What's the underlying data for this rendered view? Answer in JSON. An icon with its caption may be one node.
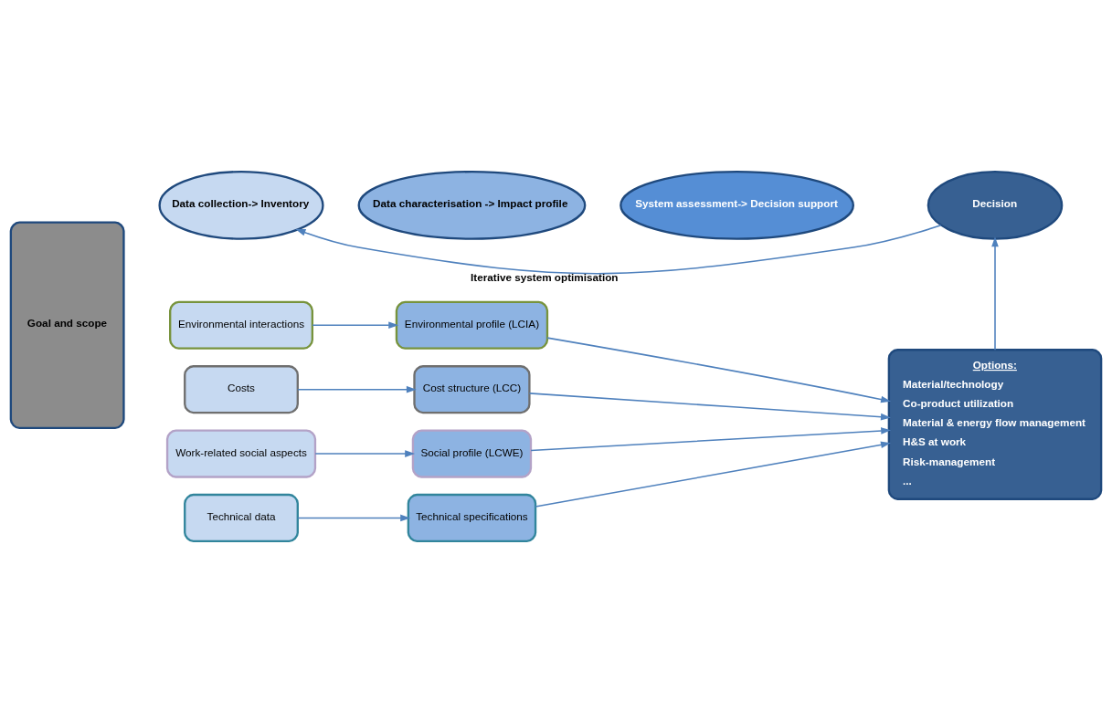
{
  "diagram": {
    "nodes": [
      {
        "text": [
          "Data collection-> Inventory"
        ]
      },
      {
        "text": [
          "Data characterisation -> Impact profile"
        ]
      },
      {
        "text": [
          "System assessment-> Decision support"
        ]
      },
      {
        "text": [
          "Decision"
        ]
      },
      {
        "text": [
          "Goal and scope"
        ]
      },
      {
        "text": [
          "Environmental interactions"
        ]
      },
      {
        "text": [
          "Environmental profile (LCIA)"
        ]
      },
      {
        "text": [
          "Costs"
        ]
      },
      {
        "text": [
          "Cost structure (LCC)"
        ]
      },
      {
        "text": [
          "Work-related social aspects"
        ]
      },
      {
        "text": [
          "Social profile (LCWE)"
        ]
      },
      {
        "text": [
          "Technical data"
        ]
      },
      {
        "text": [
          "Technical specifications"
        ]
      },
      {
        "text": [
          "Options:",
          "Material/technology",
          "Co-product utilization",
          "Material & energy flow management",
          "H&S at work",
          "Risk-management",
          "..."
        ]
      }
    ],
    "edges": [
      {
        "from": 3,
        "to": 0,
        "arrow": "to",
        "label": "Iterative system optimisation"
      },
      {
        "from": 5,
        "to": 6,
        "arrow": "to"
      },
      {
        "from": 7,
        "to": 8,
        "arrow": "to"
      },
      {
        "from": 9,
        "to": 10,
        "arrow": "to"
      },
      {
        "from": 11,
        "to": 12,
        "arrow": "to"
      },
      {
        "from": 6,
        "to": 13,
        "arrow": "to"
      },
      {
        "from": 8,
        "to": 13,
        "arrow": "to"
      },
      {
        "from": 10,
        "to": 13,
        "arrow": "to"
      },
      {
        "from": 12,
        "to": 13,
        "arrow": "to"
      },
      {
        "from": 13,
        "to": 3,
        "arrow": "to"
      }
    ]
  }
}
